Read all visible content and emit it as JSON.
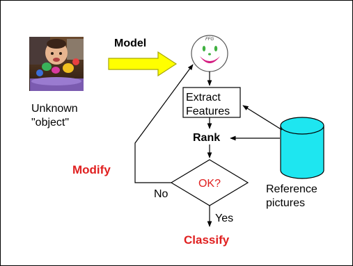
{
  "photo_caption": {
    "line1": "Unknown",
    "line2": "\"object\""
  },
  "model_label": "Model",
  "face_label": "FFG",
  "extract_box": {
    "line1": "Extract",
    "line2": "Features"
  },
  "rank_label": "Rank",
  "decision_label": "OK?",
  "modify_label": "Modify",
  "no_label": "No",
  "yes_label": "Yes",
  "classify_label": "Classify",
  "database_label": {
    "line1": "Reference",
    "line2": "pictures"
  },
  "colors": {
    "red_text": "#e02020",
    "arrow_fill": "#ffff00",
    "arrow_stroke": "#a8a800",
    "database_fill": "#1ee6f0",
    "face_features": "#3fb040",
    "face_mouth": "#d41c80"
  }
}
